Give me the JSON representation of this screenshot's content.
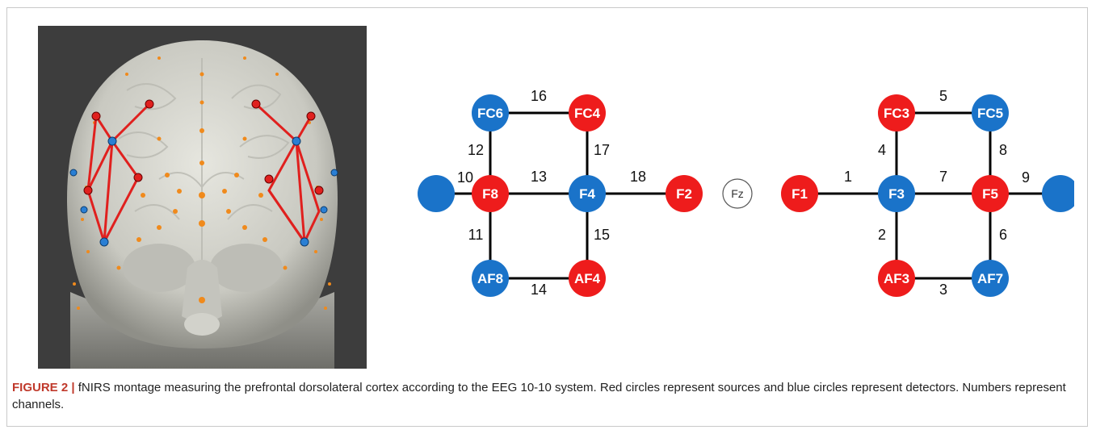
{
  "figure": {
    "caption_label": "FIGURE 2 |",
    "caption_text": " fNIRS montage measuring the prefrontal dorsolateral cortex according to the EEG 10-10 system. Red circles represent sources and blue circles represent detectors. Numbers represent channels."
  },
  "colors": {
    "source": "#ee1c1c",
    "detector": "#1a73c9",
    "line": "#000000",
    "head_bg": "#3d3d3d",
    "head_skin": "#cfcfc7",
    "electrode_dot": "#f08a1c",
    "montage_line": "#e0201e"
  },
  "montage": {
    "nodes": [
      {
        "id": "FC6",
        "label": "FC6",
        "type": "detector"
      },
      {
        "id": "FC4",
        "label": "FC4",
        "type": "source"
      },
      {
        "id": "F8",
        "label": "F8",
        "type": "source"
      },
      {
        "id": "F4",
        "label": "F4",
        "type": "detector"
      },
      {
        "id": "F2",
        "label": "F2",
        "type": "source"
      },
      {
        "id": "AF8",
        "label": "AF8",
        "type": "detector"
      },
      {
        "id": "AF4",
        "label": "AF4",
        "type": "source"
      },
      {
        "id": "D_L",
        "label": "",
        "type": "detector"
      },
      {
        "id": "F1",
        "label": "F1",
        "type": "source"
      },
      {
        "id": "F3",
        "label": "F3",
        "type": "detector"
      },
      {
        "id": "F5",
        "label": "F5",
        "type": "source"
      },
      {
        "id": "FC3",
        "label": "FC3",
        "type": "source"
      },
      {
        "id": "FC5",
        "label": "FC5",
        "type": "detector"
      },
      {
        "id": "AF3",
        "label": "AF3",
        "type": "source"
      },
      {
        "id": "AF7",
        "label": "AF7",
        "type": "detector"
      },
      {
        "id": "D_R",
        "label": "",
        "type": "detector"
      }
    ],
    "channels": [
      {
        "n": "1",
        "from": "F1",
        "to": "F3"
      },
      {
        "n": "2",
        "from": "F3",
        "to": "AF3"
      },
      {
        "n": "3",
        "from": "AF3",
        "to": "AF7"
      },
      {
        "n": "4",
        "from": "F3",
        "to": "FC3"
      },
      {
        "n": "5",
        "from": "FC3",
        "to": "FC5"
      },
      {
        "n": "6",
        "from": "F5",
        "to": "AF7"
      },
      {
        "n": "7",
        "from": "F3",
        "to": "F5"
      },
      {
        "n": "8",
        "from": "F5",
        "to": "FC5"
      },
      {
        "n": "9",
        "from": "F5",
        "to": "D_R"
      },
      {
        "n": "10",
        "from": "D_L",
        "to": "F8"
      },
      {
        "n": "11",
        "from": "F8",
        "to": "AF8"
      },
      {
        "n": "12",
        "from": "F8",
        "to": "FC6"
      },
      {
        "n": "13",
        "from": "F8",
        "to": "F4"
      },
      {
        "n": "14",
        "from": "AF8",
        "to": "AF4"
      },
      {
        "n": "15",
        "from": "F4",
        "to": "AF4"
      },
      {
        "n": "16",
        "from": "FC6",
        "to": "FC4"
      },
      {
        "n": "17",
        "from": "F4",
        "to": "FC4"
      },
      {
        "n": "18",
        "from": "F4",
        "to": "F2"
      }
    ],
    "reference": "Fz"
  }
}
